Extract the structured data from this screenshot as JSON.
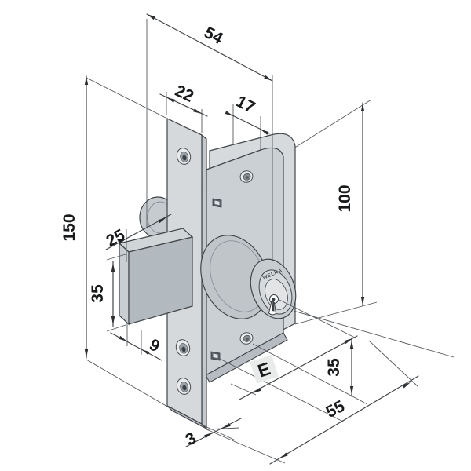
{
  "drawing": {
    "kind": "technical dimension drawing",
    "subject": "mortise door lock with cylinder",
    "background_color": "#ffffff",
    "line_color": "#42464a",
    "text_color": "#17191b",
    "metal_fill_color": "#ccd1d5"
  },
  "labels": {
    "width_total": "54",
    "faceplate_width": "22",
    "case_thickness": "17",
    "case_height": "100",
    "faceplate_height": "150",
    "bolt_throw": "25",
    "bolt_height": "35",
    "bolt_thickness": "9",
    "backset": "E",
    "cylinder_offset_height": "35",
    "bottom_depth": "55",
    "faceplate_thickness": "3"
  },
  "cylinder": {
    "brand": "WELKA"
  }
}
